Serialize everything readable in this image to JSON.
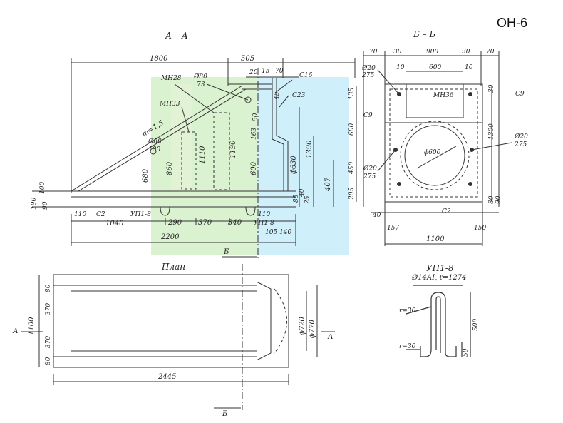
{
  "product_code": "ОН-6",
  "views": {
    "section_aa": "А – А",
    "section_bb": "Б – Б",
    "plan": "План",
    "rebar": "УП1-8"
  },
  "rebar_spec": "Ø14AI, ℓ=1274",
  "labels": {
    "mn28": "МН28",
    "mn33": "МН33",
    "mn36": "МН36",
    "c16": "С16",
    "c23": "С23",
    "c2": "С2",
    "c2b": "С2",
    "c9a": "С9",
    "c9b": "С9",
    "up18a": "УП1-8",
    "up18b": "УП1-8",
    "slope": "m=1,5",
    "o80": "Ø80",
    "o80n": "73",
    "o80b": "Ø80",
    "o80bn": "100",
    "o20a": "Ø20",
    "o20an": "275",
    "o20b": "Ø20",
    "o20bn": "275",
    "o20c": "Ø20",
    "o20cn": "275",
    "phi600": "ϕ600",
    "r30a": "r=30",
    "r30b": "r=30",
    "arrA1": "А",
    "arrA2": "А",
    "arrB1": "Б",
    "arrB2": "Б"
  },
  "dims": {
    "d1800": "1800",
    "d505": "505",
    "d20": "20",
    "d15": "15",
    "d70": "70",
    "d680": "680",
    "d860": "860",
    "d1110": "1110",
    "d1190": "1190",
    "d600": "600",
    "d630": "ϕ630",
    "d1390": "1390",
    "d407": "407",
    "d163": "163",
    "d50": "50",
    "d45": "45",
    "d85": "85",
    "d25": "25",
    "d40": "40",
    "d100": "100",
    "d190": "190",
    "d90": "90",
    "d110": "110",
    "d1040": "1040",
    "d290": "290",
    "d370": "370",
    "d340": "340",
    "d110b": "110",
    "d105": "105",
    "d140": "140",
    "d2200": "2200",
    "b70a": "70",
    "b30a": "30",
    "b900": "900",
    "b30b": "30",
    "b70b": "70",
    "b10": "10",
    "b600w": "600",
    "b10b": "10",
    "b135": "135",
    "b600": "600",
    "b450": "450",
    "b205": "205",
    "b1300": "1300",
    "b30": "30",
    "b80": "80",
    "b90": "90",
    "b40": "40",
    "b157": "157",
    "b150": "150",
    "b1100": "1100",
    "p1100": "1100",
    "p80a": "80",
    "p370a": "370",
    "p370b": "370",
    "p80b": "80",
    "p720": "ϕ720",
    "p770": "ϕ770",
    "p2445": "2445",
    "u500": "500",
    "u50": "50"
  }
}
